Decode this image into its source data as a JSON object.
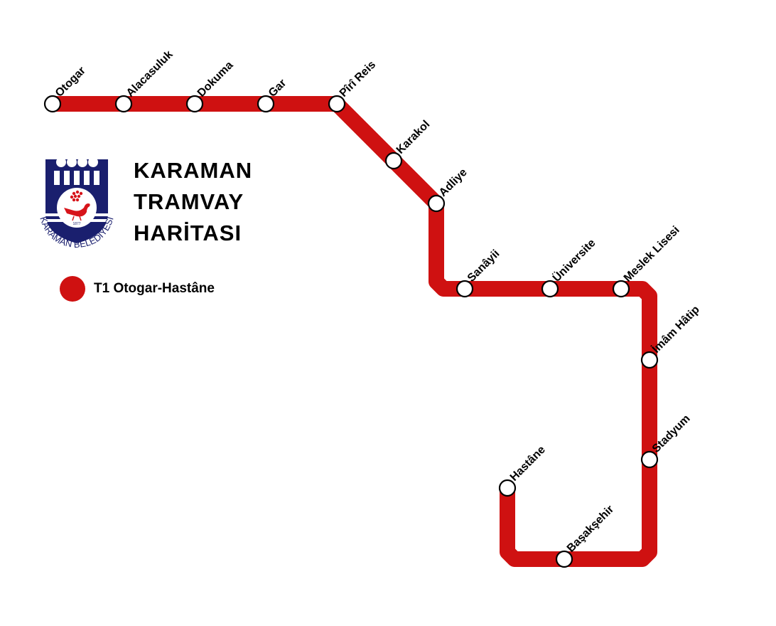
{
  "title": {
    "line1": "KARAMAN",
    "line2": "TRAMVAY",
    "line3": "HARİTASI"
  },
  "logo": {
    "text": "KARAMAN BELEDİYESİ",
    "year": "1877",
    "colors": {
      "navy": "#1a1f6e",
      "red": "#d7141a"
    }
  },
  "legend": {
    "items": [
      {
        "label": "T1 Otogar-Hastâne",
        "color": "#cf1111"
      }
    ]
  },
  "line": {
    "name": "T1",
    "color": "#cf1111",
    "stations": [
      {
        "name": "Otogar"
      },
      {
        "name": "Alacasuluk"
      },
      {
        "name": "Dokuma"
      },
      {
        "name": "Gar"
      },
      {
        "name": "Pîrî Reis"
      },
      {
        "name": "Karakol"
      },
      {
        "name": "Adliye"
      },
      {
        "name": "Sanâyii"
      },
      {
        "name": "Üniversite"
      },
      {
        "name": "Meslek Lisesi"
      },
      {
        "name": "İmâm Hâtip"
      },
      {
        "name": "Stadyum"
      },
      {
        "name": "Başakşehir"
      },
      {
        "name": "Hastâne"
      }
    ]
  }
}
